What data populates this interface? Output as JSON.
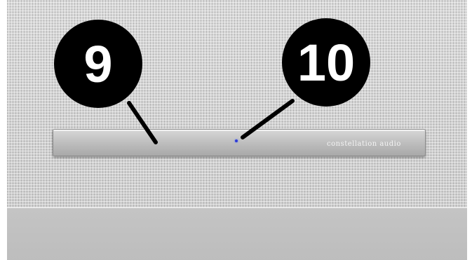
{
  "callouts": [
    {
      "label": "9"
    },
    {
      "label": "10"
    }
  ],
  "faceplate": {
    "brand": "constellation audio",
    "led_color": "#2f3bd6"
  },
  "colors": {
    "chassis": "#d4d4d4",
    "callout_fill": "#000000",
    "callout_text": "#ffffff"
  }
}
